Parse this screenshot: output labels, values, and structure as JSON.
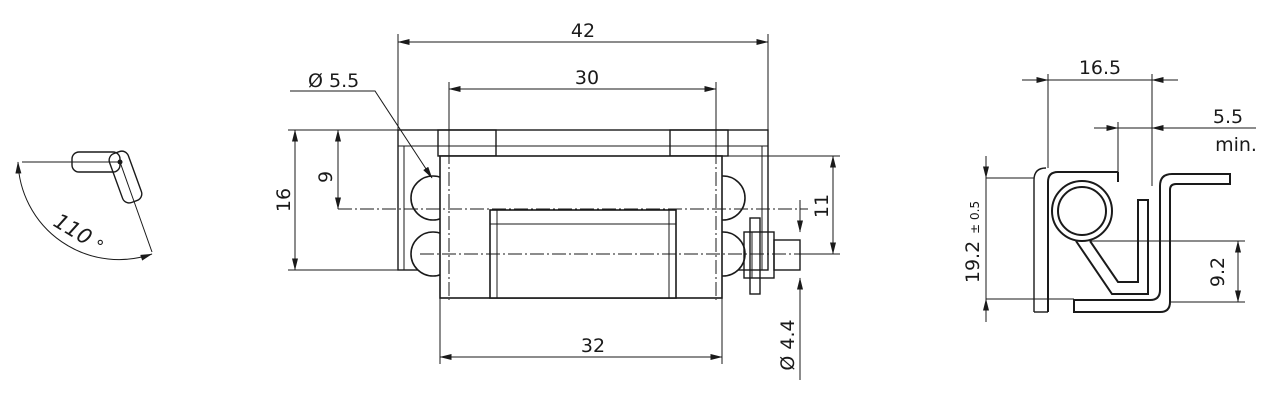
{
  "dimensions": {
    "angle_value": "110",
    "angle_unit": "°",
    "overall_length": "42",
    "hole_spacing": "30",
    "hole_diameter": "Ø 5.5",
    "height_left": "16",
    "hole_height": "9",
    "height_right": "11",
    "knuckle_length": "32",
    "pin_diameter": "Ø 4.4",
    "side_width": "16.5",
    "gap_value": "5.5",
    "gap_note": "min.",
    "side_height": "19.2",
    "side_height_tolerance": "± 0.5",
    "side_offset": "9.2"
  },
  "colors": {
    "line": "#1a1a1a",
    "background": "#ffffff"
  }
}
